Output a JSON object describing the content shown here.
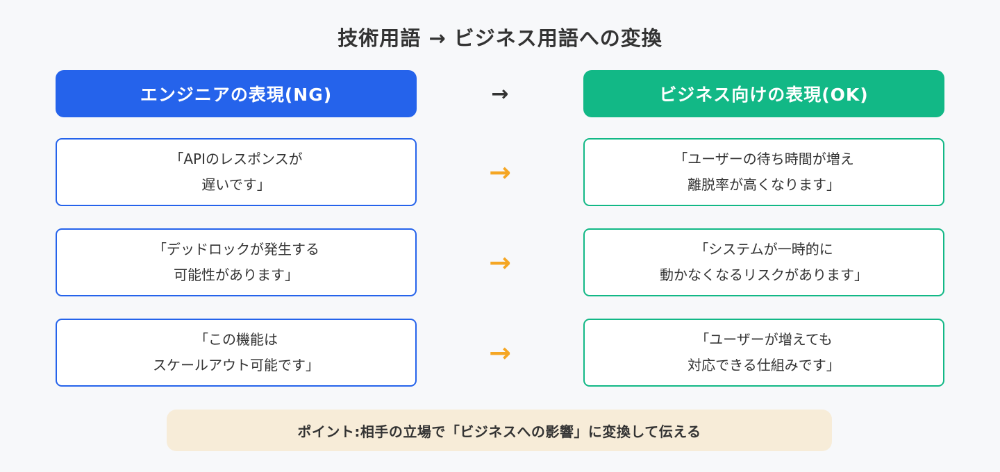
{
  "colors": {
    "background": "#f7f8fa",
    "ng_blue": "#2563eb",
    "ok_green": "#12b886",
    "arrow_orange": "#f5a623",
    "text_dark": "#333333",
    "point_bg": "#f7ecd8"
  },
  "title": "技術用語 → ビジネス用語への変換",
  "headers": {
    "ng": "エンジニアの表現(NG)",
    "arrow": "→",
    "ok": "ビジネス向けの表現(OK)"
  },
  "rows": [
    {
      "ng": {
        "line1": "「APIのレスポンスが",
        "line2": "遅いです」"
      },
      "arrow": "→",
      "ok": {
        "line1": "「ユーザーの待ち時間が増え",
        "line2": "離脱率が高くなります」"
      }
    },
    {
      "ng": {
        "line1": "「デッドロックが発生する",
        "line2": "可能性があります」"
      },
      "arrow": "→",
      "ok": {
        "line1": "「システムが一時的に",
        "line2": "動かなくなるリスクがあります」"
      }
    },
    {
      "ng": {
        "line1": "「この機能は",
        "line2": "スケールアウト可能です」"
      },
      "arrow": "→",
      "ok": {
        "line1": "「ユーザーが増えても",
        "line2": "対応できる仕組みです」"
      }
    }
  ],
  "point": {
    "text": "ポイント:相手の立場で「ビジネスへの影響」に変換して伝える"
  }
}
